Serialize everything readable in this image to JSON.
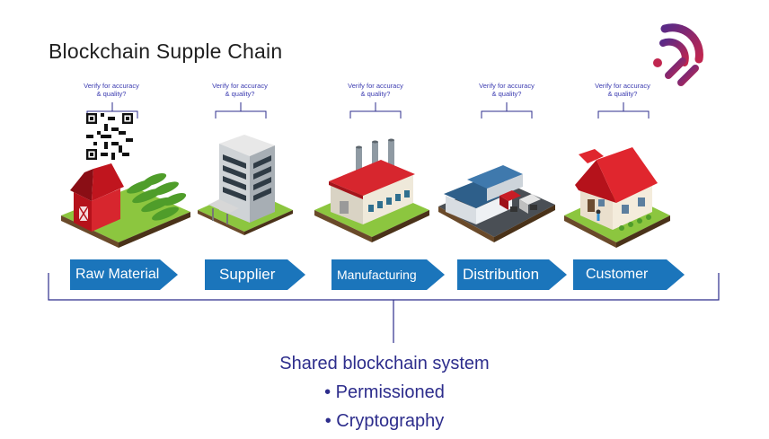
{
  "title": "Blockchain Supple Chain",
  "verify_text_line1": "Verify for accuracy",
  "verify_text_line2": "& quality?",
  "stages": [
    {
      "label": "Raw Material",
      "icon": "barn-farm-icon"
    },
    {
      "label": "Supplier",
      "icon": "office-building-icon"
    },
    {
      "label": "Manufacturing",
      "icon": "factory-icon"
    },
    {
      "label": "Distribution",
      "icon": "warehouse-trucks-icon"
    },
    {
      "label": "Customer",
      "icon": "house-icon"
    }
  ],
  "shared": {
    "heading": "Shared blockchain system",
    "bullets": [
      "• Permissioned",
      "• Cryptography"
    ]
  },
  "colors": {
    "stage_arrow": "#1b75bb",
    "text_blue": "#2d2d8c",
    "logo_gradient": [
      "#5b2a86",
      "#c0264f"
    ]
  }
}
